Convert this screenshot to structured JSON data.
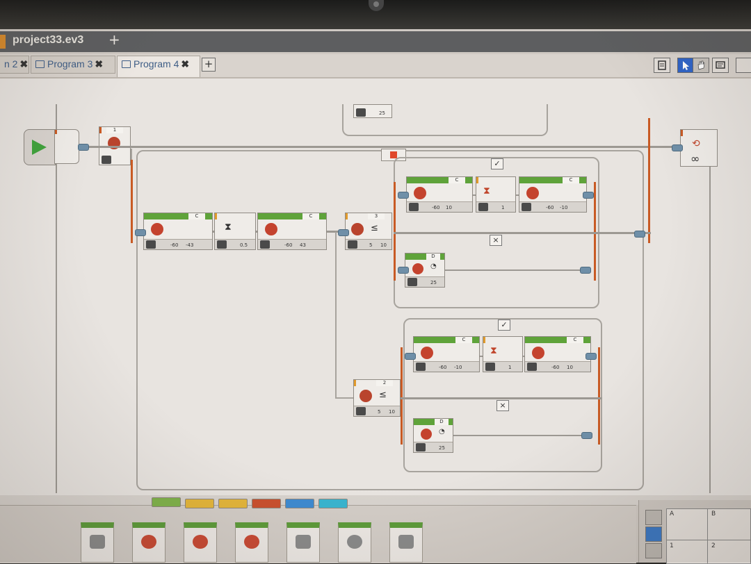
{
  "project": {
    "title": "project33.ev3",
    "add_label": "+"
  },
  "tabs": [
    {
      "label": "n 2",
      "close": "✖"
    },
    {
      "label": "Program 3",
      "close": "✖"
    },
    {
      "label": "Program 4",
      "close": "✖"
    }
  ],
  "tab_add_label": "+",
  "toolbar_icons": [
    "content-editor-icon",
    "select-tool-icon",
    "pan-tool-icon",
    "comment-tool-icon"
  ],
  "blocks": {
    "switch_top_port": "1",
    "switch_mid_port": "3",
    "switch_mid_values": [
      "5",
      "10"
    ],
    "switch_mid_compare": "≤",
    "switch_low_port": "2",
    "switch_low_values": [
      "5",
      "10"
    ],
    "switch_low_compare": "≤",
    "left_motor1": {
      "port": "C",
      "values": [
        "-60",
        "-43"
      ]
    },
    "left_wait": {
      "value": "0.5"
    },
    "left_motor2": {
      "port": "C",
      "values": [
        "-60",
        "43"
      ]
    },
    "upper_true_motor1": {
      "port": "C",
      "values": [
        "-60",
        "10"
      ]
    },
    "upper_true_wait": {
      "value": "1"
    },
    "upper_true_motor2": {
      "port": "C",
      "values": [
        "-60",
        "-10"
      ]
    },
    "upper_false_motor": {
      "port": "D",
      "value": "25"
    },
    "lower_true_motor1": {
      "port": "C",
      "values": [
        "-60",
        "-10"
      ]
    },
    "lower_true_wait": {
      "value": "1"
    },
    "lower_true_motor2": {
      "port": "C",
      "values": [
        "-60",
        "10"
      ]
    },
    "lower_false_motor": {
      "port": "D",
      "value": "25"
    },
    "top_partial_value": "25",
    "loop_infinity": "∞",
    "case_true": "✓",
    "case_false": "×"
  },
  "palette": {
    "tab_colors": [
      "#7fb24a",
      "#e3b53a",
      "#e3b53a",
      "#c9502e",
      "#3e8ad0",
      "#39b4cf"
    ]
  },
  "hardware": {
    "ports": [
      "A",
      "B",
      "1",
      "2"
    ]
  }
}
